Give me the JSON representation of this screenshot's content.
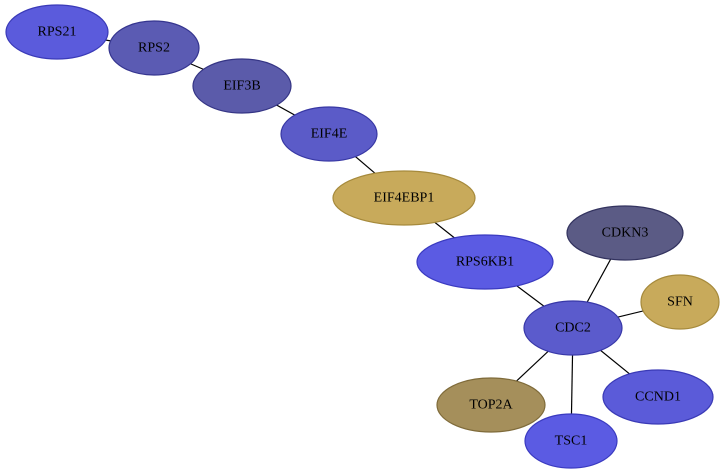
{
  "network": {
    "nodes": [
      {
        "id": "RPS21",
        "label": "RPS21",
        "fill": "#5b5bdc",
        "stroke": "#3a3ab8"
      },
      {
        "id": "RPS2",
        "label": "RPS2",
        "fill": "#5b5bb3",
        "stroke": "#35358f"
      },
      {
        "id": "EIF3B",
        "label": "EIF3B",
        "fill": "#5b5baa",
        "stroke": "#353585"
      },
      {
        "id": "EIF4E",
        "label": "EIF4E",
        "fill": "#5b5bc8",
        "stroke": "#3838a4"
      },
      {
        "id": "EIF4EBP1",
        "label": "EIF4EBP1",
        "fill": "#c8aa5b",
        "stroke": "#a68a3c"
      },
      {
        "id": "RPS6KB1",
        "label": "RPS6KB1",
        "fill": "#5b5be3",
        "stroke": "#3a3ac0"
      },
      {
        "id": "CDKN3",
        "label": "CDKN3",
        "fill": "#5b5b85",
        "stroke": "#33335f"
      },
      {
        "id": "SFN",
        "label": "SFN",
        "fill": "#c8aa5b",
        "stroke": "#a68a3c"
      },
      {
        "id": "CDC2",
        "label": "CDC2",
        "fill": "#5b5bcc",
        "stroke": "#3838a8"
      },
      {
        "id": "TOP2A",
        "label": "TOP2A",
        "fill": "#a58f5b",
        "stroke": "#7f6b3a"
      },
      {
        "id": "CCND1",
        "label": "CCND1",
        "fill": "#5b5bd9",
        "stroke": "#3a3ab6"
      },
      {
        "id": "TSC1",
        "label": "TSC1",
        "fill": "#5b5be3",
        "stroke": "#3a3ac0"
      }
    ],
    "edges": [
      {
        "source": "RPS21",
        "target": "RPS2"
      },
      {
        "source": "RPS2",
        "target": "EIF3B"
      },
      {
        "source": "EIF3B",
        "target": "EIF4E"
      },
      {
        "source": "EIF4E",
        "target": "EIF4EBP1"
      },
      {
        "source": "EIF4EBP1",
        "target": "RPS6KB1"
      },
      {
        "source": "RPS6KB1",
        "target": "CDC2"
      },
      {
        "source": "CDKN3",
        "target": "CDC2"
      },
      {
        "source": "SFN",
        "target": "CDC2"
      },
      {
        "source": "CDC2",
        "target": "TOP2A"
      },
      {
        "source": "CDC2",
        "target": "CCND1"
      },
      {
        "source": "CDC2",
        "target": "TSC1"
      }
    ]
  }
}
